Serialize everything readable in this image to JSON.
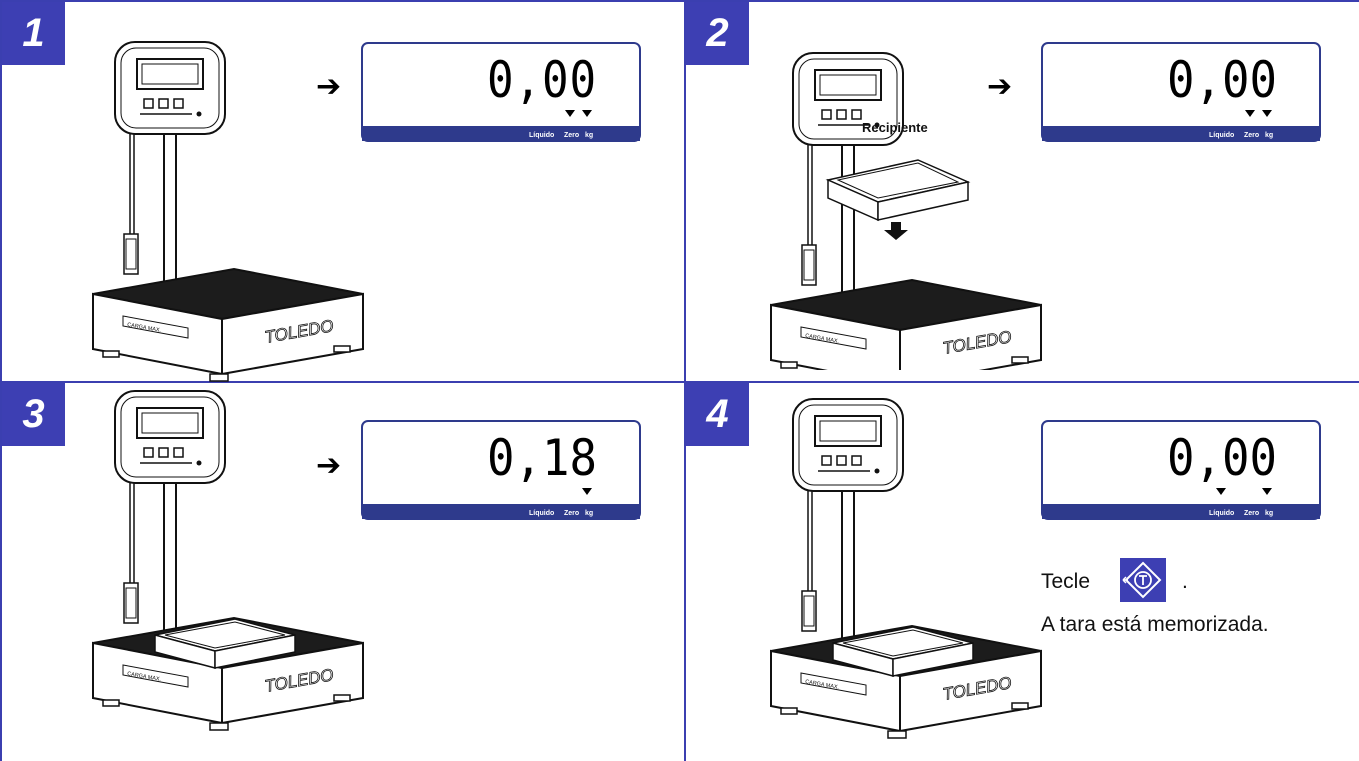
{
  "panels": [
    {
      "number": "1"
    },
    {
      "number": "2"
    },
    {
      "number": "3"
    },
    {
      "number": "4"
    }
  ],
  "brand": "TOLEDO",
  "plate_label": "CARGA MAX.",
  "display_legend": {
    "liquido": "Líquido",
    "zero": "Zero",
    "kg": "kg"
  },
  "displays": {
    "panel1": "0,00",
    "panel2": "0,00",
    "panel3": "0,18",
    "panel4": "0,00"
  },
  "arrow_glyph": "➔",
  "panel2_caption": "Recipiente",
  "panel4_text": {
    "tecle": "Tecle",
    "period": ".",
    "memorized": "A tara está memorizada."
  },
  "colors": {
    "frame": "#3b3fb0",
    "badge": "#3d3fb3",
    "display_bar": "#2e3a8c",
    "platform": "#1c1c1c"
  }
}
